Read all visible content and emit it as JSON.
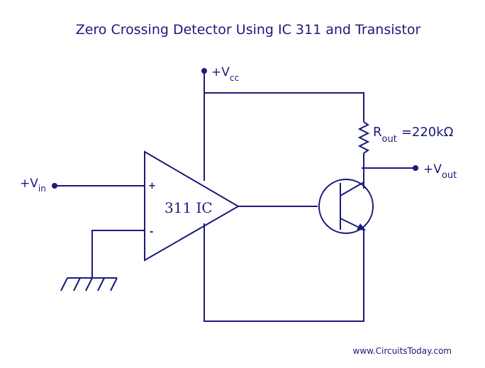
{
  "title": "Zero Crossing Detector Using IC 311 and Transistor",
  "labels": {
    "vcc_main": "+V",
    "vcc_sub": "cc",
    "vin_main": "+V",
    "vin_sub": "in",
    "vout_main": "+V",
    "vout_sub": "out",
    "rout_main": "R",
    "rout_sub": "out",
    "rout_value": "=220kΩ",
    "ic_label": "311 IC",
    "plus_sign": "+",
    "minus_sign": "-"
  },
  "credit": "www.CircuitsToday.com",
  "colors": {
    "ink": "#1a1a7a"
  }
}
